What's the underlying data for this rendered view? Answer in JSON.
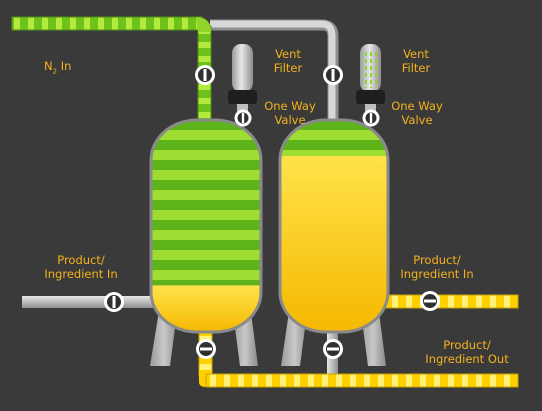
{
  "labels": {
    "n2_in": {
      "main": "N",
      "sub": "2",
      "tail": " In"
    },
    "vent_filter_left": [
      "Vent",
      "Filter"
    ],
    "vent_filter_right": [
      "Vent",
      "Filter"
    ],
    "one_way_valve_left": [
      "One Way",
      "Valve"
    ],
    "one_way_valve_right": [
      "One Way",
      "Valve"
    ],
    "product_in_left": [
      "Product/",
      "Ingredient In"
    ],
    "product_in_right": [
      "Product/",
      "Ingredient In"
    ],
    "product_out": [
      "Product/",
      "Ingredient Out"
    ]
  },
  "colors": {
    "background": "#3a3a3a",
    "label": "#f5b21c",
    "nitrogen_green": "#6fc21c",
    "nitrogen_green_light": "#a6e234",
    "product_yellow": "#ffd000",
    "pipe_gray": "#bdbdbd",
    "tank_border": "#8a8a8a"
  },
  "levels": {
    "left_tank_liquid_fraction": 0.22,
    "right_tank_liquid_fraction": 0.83
  }
}
